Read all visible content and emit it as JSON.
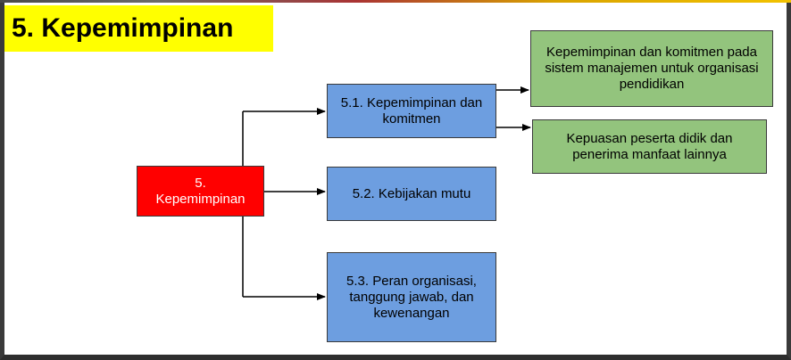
{
  "title": "5. Kepemimpinan",
  "nodes": {
    "root": "5.\nKepemimpinan",
    "n51": "5.1. Kepemimpinan dan komitmen",
    "n52": "5.2. Kebijakan mutu",
    "n53": "5.3. Peran organisasi, tanggung jawab, dan kewenangan",
    "g1": "Kepemimpinan dan komitmen pada sistem manajemen untuk organisasi pendidikan",
    "g2": "Kepuasan peserta didik dan penerima manfaat lainnya"
  },
  "colors": {
    "title_bg": "#ffff00",
    "root_bg": "#ff0000",
    "blue_bg": "#6d9ee0",
    "green_bg": "#93c47d"
  }
}
